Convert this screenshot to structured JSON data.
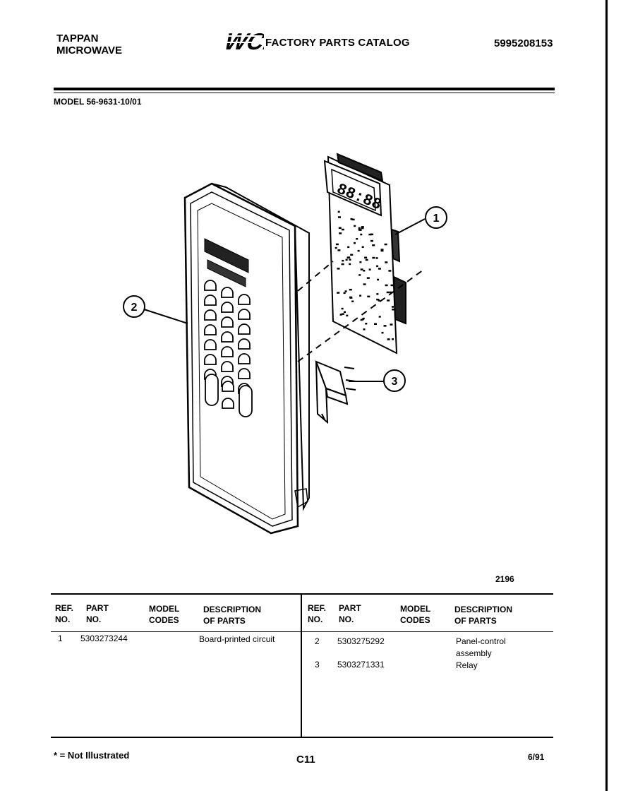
{
  "header": {
    "brand_line1": "TAPPAN",
    "brand_line2": "MICROWAVE",
    "logo_text": "WCI",
    "catalog_title": "FACTORY PARTS CATALOG",
    "catalog_number": "5995208153",
    "model": "MODEL 56-9631-10/01"
  },
  "figure": {
    "figure_number": "2196",
    "callouts": [
      "1",
      "2",
      "3"
    ],
    "display_digits": "88:88"
  },
  "table": {
    "left": {
      "headers": [
        {
          "line1": "REF.",
          "line2": "NO."
        },
        {
          "line1": "PART",
          "line2": "NO."
        },
        {
          "line1": "MODEL",
          "line2": "CODES"
        },
        {
          "line1": "DESCRIPTION",
          "line2": "OF PARTS"
        }
      ],
      "rows": [
        {
          "ref": "1",
          "part": "5303273244",
          "codes": "",
          "description": "Board-printed circuit"
        }
      ]
    },
    "right": {
      "headers": [
        {
          "line1": "REF.",
          "line2": "NO."
        },
        {
          "line1": "PART",
          "line2": "NO."
        },
        {
          "line1": "MODEL",
          "line2": "CODES"
        },
        {
          "line1": "DESCRIPTION",
          "line2": "OF PARTS"
        }
      ],
      "rows": [
        {
          "ref": "2",
          "part": "5303275292",
          "codes": "",
          "description": "Panel-control assembly"
        },
        {
          "ref": "3",
          "part": "5303271331",
          "codes": "",
          "description": "Relay"
        }
      ]
    }
  },
  "footer": {
    "note": "* = Not Illustrated",
    "page": "C11",
    "date": "6/91"
  }
}
